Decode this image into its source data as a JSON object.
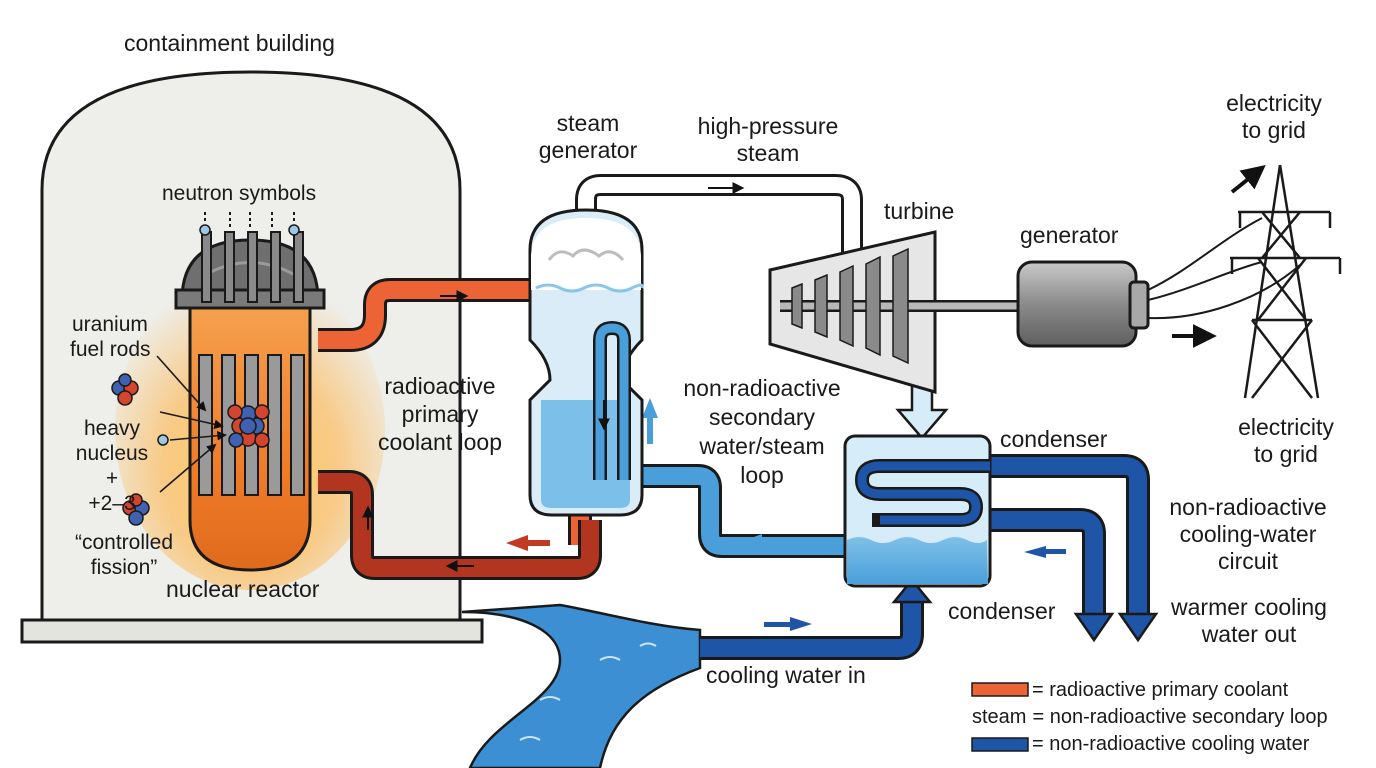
{
  "labels": {
    "containment_building": "containment building",
    "neutron_symbols": "neutron symbols",
    "uranium_fuel_rods": [
      "uranium",
      "fuel rods"
    ],
    "heavy_nucleus": [
      "heavy",
      "nucleus"
    ],
    "plus": "+",
    "plus_2_3": "+2–3",
    "controlled_fission": [
      "“controlled",
      "fission”"
    ],
    "nuclear_reactor": "nuclear reactor",
    "primary_loop": [
      "radioactive",
      "primary",
      "coolant loop"
    ],
    "steam_generator": [
      "steam",
      "generator"
    ],
    "high_pressure_steam": [
      "high-pressure",
      "steam"
    ],
    "turbine": "turbine",
    "generator": "generator",
    "electricity_top": [
      "electricity",
      "to grid"
    ],
    "electricity_bottom": [
      "electricity",
      "to grid"
    ],
    "secondary_loop": [
      "non-radioactive",
      "secondary",
      "water/steam",
      "loop"
    ],
    "condenser_top": "condenser",
    "condenser_bottom": "condenser",
    "cooling_circuit": [
      "non-radioactive",
      "cooling-water",
      "circuit"
    ],
    "warmer_water_out": [
      "warmer cooling",
      "water out"
    ],
    "cooling_water_in": "cooling water in"
  },
  "legend": [
    {
      "prefix": "",
      "text": "= radioactive primary coolant",
      "color": "#ec6436"
    },
    {
      "prefix": "steam",
      "text": "= non-radioactive secondary loop",
      "color": ""
    },
    {
      "prefix": "",
      "text": "= non-radioactive cooling water",
      "color": "#1f55a6"
    }
  ],
  "colors": {
    "primary_hot": "#ec6436",
    "primary_cold": "#b2361f",
    "secondary": "#4a9fda",
    "cooling": "#1f55a6",
    "river": "#3d8fd3",
    "containment": "#eeeeea"
  }
}
